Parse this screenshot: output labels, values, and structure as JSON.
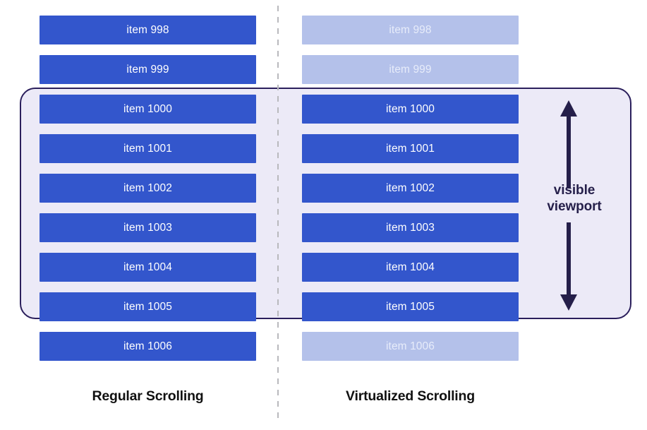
{
  "diagram": {
    "title_left": "Regular Scrolling",
    "title_right": "Virtualized Scrolling",
    "viewport_label_line1": "visible",
    "viewport_label_line2": "viewport",
    "colors": {
      "bar_active": "#3356cc",
      "bar_faded": "#b4c1ea",
      "viewport_fill": "#eceaf7",
      "viewport_border": "#2b1f5c",
      "divider": "#b9b9bd",
      "caption_text": "#111111",
      "viewport_label_text": "#251f4a",
      "bar_text": "#ffffff"
    }
  },
  "left_column": {
    "name": "Regular Scrolling",
    "items": [
      {
        "label": "item 998",
        "state": "rendered",
        "in_viewport": false
      },
      {
        "label": "item 999",
        "state": "rendered",
        "in_viewport": false
      },
      {
        "label": "item 1000",
        "state": "rendered",
        "in_viewport": true
      },
      {
        "label": "item 1001",
        "state": "rendered",
        "in_viewport": true
      },
      {
        "label": "item 1002",
        "state": "rendered",
        "in_viewport": true
      },
      {
        "label": "item 1003",
        "state": "rendered",
        "in_viewport": true
      },
      {
        "label": "item 1004",
        "state": "rendered",
        "in_viewport": true
      },
      {
        "label": "item 1005",
        "state": "rendered",
        "in_viewport": true
      },
      {
        "label": "item 1006",
        "state": "rendered",
        "in_viewport": false
      }
    ]
  },
  "right_column": {
    "name": "Virtualized Scrolling",
    "items": [
      {
        "label": "item 998",
        "state": "not-rendered",
        "in_viewport": false
      },
      {
        "label": "item 999",
        "state": "not-rendered",
        "in_viewport": false
      },
      {
        "label": "item 1000",
        "state": "rendered",
        "in_viewport": true
      },
      {
        "label": "item 1001",
        "state": "rendered",
        "in_viewport": true
      },
      {
        "label": "item 1002",
        "state": "rendered",
        "in_viewport": true
      },
      {
        "label": "item 1003",
        "state": "rendered",
        "in_viewport": true
      },
      {
        "label": "item 1004",
        "state": "rendered",
        "in_viewport": true
      },
      {
        "label": "item 1005",
        "state": "rendered",
        "in_viewport": true
      },
      {
        "label": "item 1006",
        "state": "not-rendered",
        "in_viewport": false
      }
    ]
  }
}
